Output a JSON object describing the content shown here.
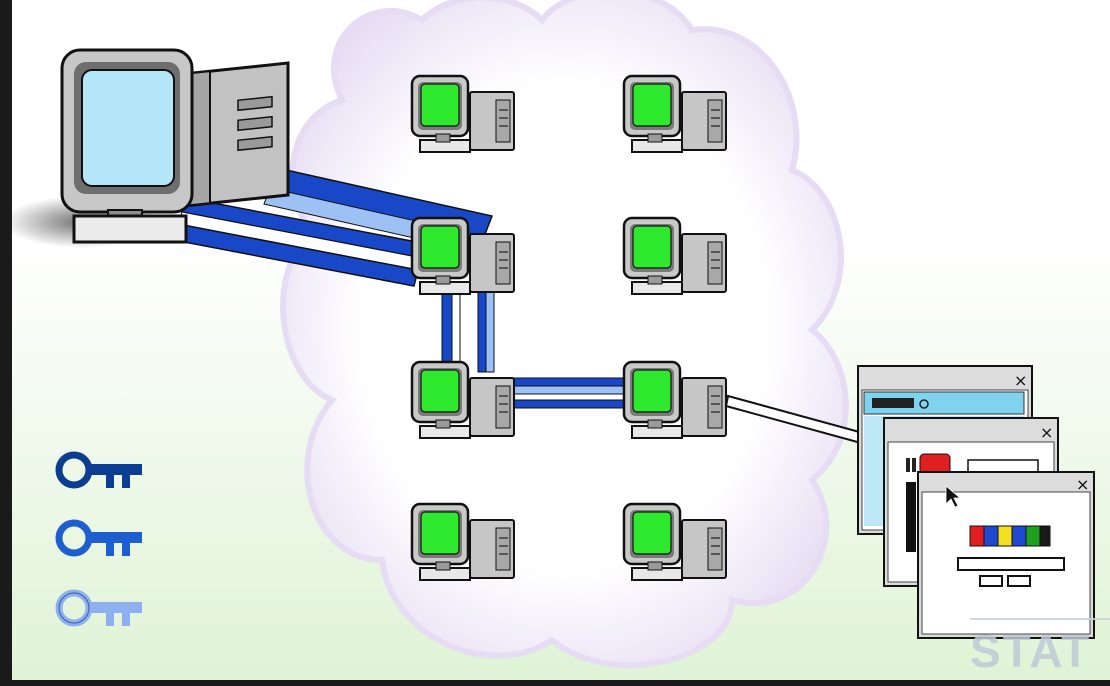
{
  "diagram": {
    "nodes": [
      "peer-1",
      "peer-2",
      "peer-3",
      "peer-4",
      "peer-5",
      "peer-6",
      "peer-7",
      "peer-8"
    ],
    "route": [
      "peer-3",
      "peer-5",
      "peer-6"
    ],
    "keys": [
      {
        "name": "key-1",
        "color": "#0b3d91"
      },
      {
        "name": "key-2",
        "color": "#1e5fd0"
      },
      {
        "name": "key-3",
        "color": "#8fb0f0"
      }
    ],
    "popup_windows": [
      "window-1",
      "window-2",
      "window-3"
    ],
    "palette": {
      "screen_green": "#2ee82e",
      "link_dark_blue": "#1848c8",
      "link_light_blue": "#9dc0f5",
      "cloud": "#e8ddf3"
    }
  },
  "watermark": {
    "text": "STAT"
  }
}
